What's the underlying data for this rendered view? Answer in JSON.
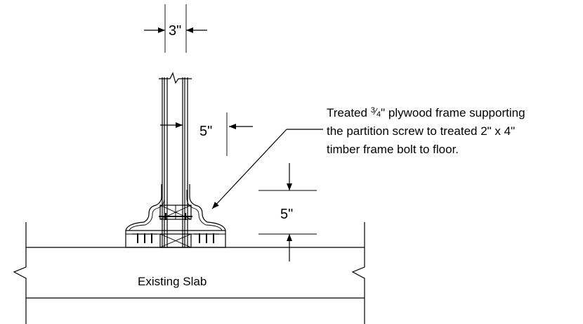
{
  "dimensions": {
    "partition_width": "3\"",
    "panel_offset": "5\"",
    "base_height": "5\""
  },
  "note": {
    "line1_pre": "Treated ",
    "fraction_num": "3",
    "fraction_den": "4",
    "line1_post": "\" plywood  frame supporting",
    "line2": "the partition screw to treated 2\" x 4\"",
    "line3": "timber frame bolt to floor."
  },
  "slab": {
    "label": "Existing Slab"
  }
}
